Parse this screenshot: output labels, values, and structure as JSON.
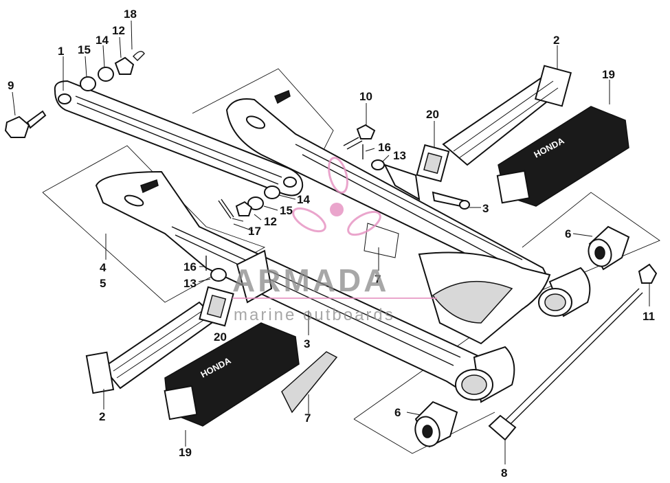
{
  "watermark": {
    "brand": "ARMADA",
    "tagline": "marine outboards",
    "logo_color": "#e58fc0",
    "text_color": "#8a8a8a"
  },
  "grip_brand": "HONDA",
  "callouts": {
    "c1": "1",
    "c2_top": "2",
    "c2_bottom": "2",
    "c3_top": "3",
    "c3_bottom": "3",
    "c4": "4",
    "c5": "5",
    "c6_top": "6",
    "c6_bottom": "6",
    "c7_top": "7",
    "c7_bottom": "7",
    "c8": "8",
    "c9": "9",
    "c10": "10",
    "c11": "11",
    "c12_top": "12",
    "c12_mid": "12",
    "c13_top": "13",
    "c13_left": "13",
    "c14_top": "14",
    "c14_mid": "14",
    "c15_top": "15",
    "c15_mid": "15",
    "c16_top": "16",
    "c16_left": "16",
    "c17": "17",
    "c18": "18",
    "c19_top": "19",
    "c19_bottom": "19",
    "c20_top": "20",
    "c20_bottom": "20"
  }
}
